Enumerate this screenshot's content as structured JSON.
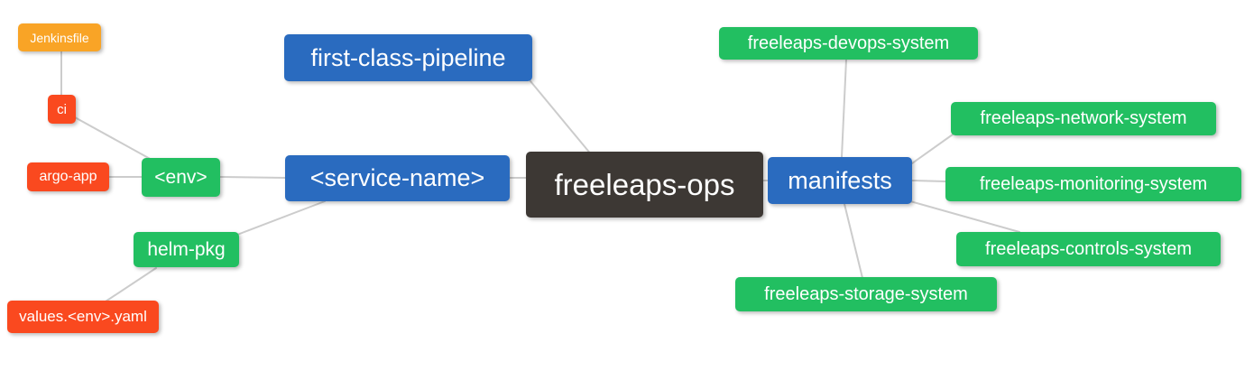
{
  "diagram": {
    "type": "mindmap",
    "root": "freeleaps-ops",
    "palette": {
      "root_node": "#3d3834",
      "branch_node": "#2a6bbf",
      "green_leaf": "#22bf61",
      "red_leaf": "#fa491f",
      "orange_leaf": "#f9a426",
      "connector_line": "#cccccc",
      "node_text": "#ffffff",
      "background": "#ffffff"
    },
    "nodes": [
      {
        "id": "jenkinsfile",
        "label": "Jenkinsfile",
        "color": "#f9a426"
      },
      {
        "id": "ci",
        "label": "ci",
        "color": "#fa491f"
      },
      {
        "id": "argo-app",
        "label": "argo-app",
        "color": "#fa491f"
      },
      {
        "id": "env",
        "label": "<env>",
        "color": "#22bf61"
      },
      {
        "id": "helm-pkg",
        "label": "helm-pkg",
        "color": "#22bf61"
      },
      {
        "id": "values-env-yaml",
        "label": "values.<env>.yaml",
        "color": "#fa491f"
      },
      {
        "id": "first-class-pipeline",
        "label": "first-class-pipeline",
        "color": "#2a6bbf"
      },
      {
        "id": "service-name",
        "label": "<service-name>",
        "color": "#2a6bbf"
      },
      {
        "id": "freeleaps-ops",
        "label": "freeleaps-ops",
        "color": "#3d3834"
      },
      {
        "id": "manifests",
        "label": "manifests",
        "color": "#2a6bbf"
      },
      {
        "id": "freeleaps-devops-system",
        "label": "freeleaps-devops-system",
        "color": "#22bf61"
      },
      {
        "id": "freeleaps-network-system",
        "label": "freeleaps-network-system",
        "color": "#22bf61"
      },
      {
        "id": "freeleaps-monitoring-system",
        "label": "freeleaps-monitoring-system",
        "color": "#22bf61"
      },
      {
        "id": "freeleaps-controls-system",
        "label": "freeleaps-controls-system",
        "color": "#22bf61"
      },
      {
        "id": "freeleaps-storage-system",
        "label": "freeleaps-storage-system",
        "color": "#22bf61"
      }
    ],
    "edges": [
      {
        "from": "jenkinsfile",
        "to": "ci"
      },
      {
        "from": "ci",
        "to": "env"
      },
      {
        "from": "argo-app",
        "to": "env"
      },
      {
        "from": "env",
        "to": "service-name"
      },
      {
        "from": "service-name",
        "to": "helm-pkg"
      },
      {
        "from": "helm-pkg",
        "to": "values-env-yaml"
      },
      {
        "from": "first-class-pipeline",
        "to": "freeleaps-ops"
      },
      {
        "from": "service-name",
        "to": "freeleaps-ops"
      },
      {
        "from": "freeleaps-ops",
        "to": "manifests"
      },
      {
        "from": "manifests",
        "to": "freeleaps-devops-system"
      },
      {
        "from": "manifests",
        "to": "freeleaps-network-system"
      },
      {
        "from": "manifests",
        "to": "freeleaps-monitoring-system"
      },
      {
        "from": "manifests",
        "to": "freeleaps-controls-system"
      },
      {
        "from": "manifests",
        "to": "freeleaps-storage-system"
      }
    ]
  }
}
